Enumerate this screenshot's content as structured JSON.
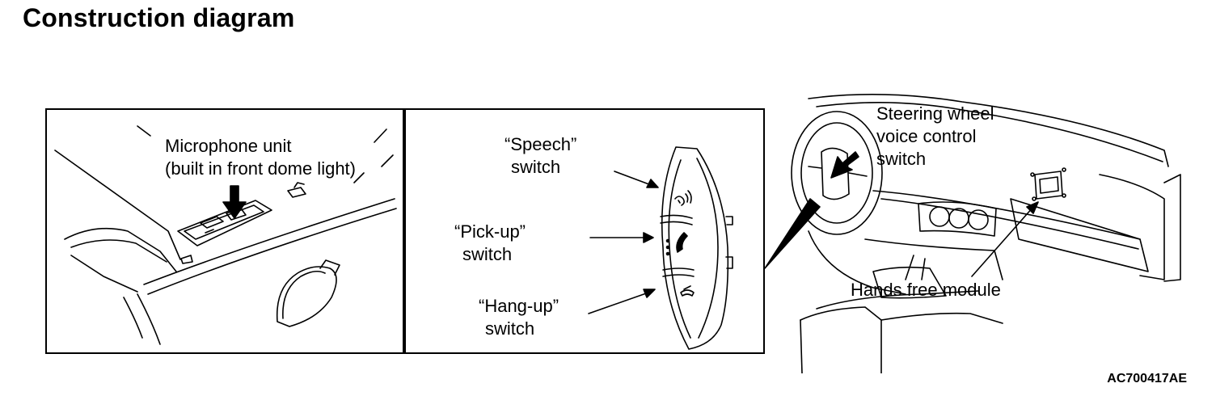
{
  "title": "Construction diagram",
  "microphone": {
    "line1": "Microphone unit",
    "line2": "(built in front dome light)"
  },
  "speech": {
    "line1": "“Speech”",
    "line2": "switch"
  },
  "pickup": {
    "line1": "“Pick-up”",
    "line2": "switch"
  },
  "hangup": {
    "line1": "“Hang-up”",
    "line2": "switch"
  },
  "steering": {
    "line1": "Steering wheel",
    "line2": "voice control",
    "line3": "switch"
  },
  "module": {
    "label": "Hands free module"
  },
  "figure_code": "AC700417AE"
}
